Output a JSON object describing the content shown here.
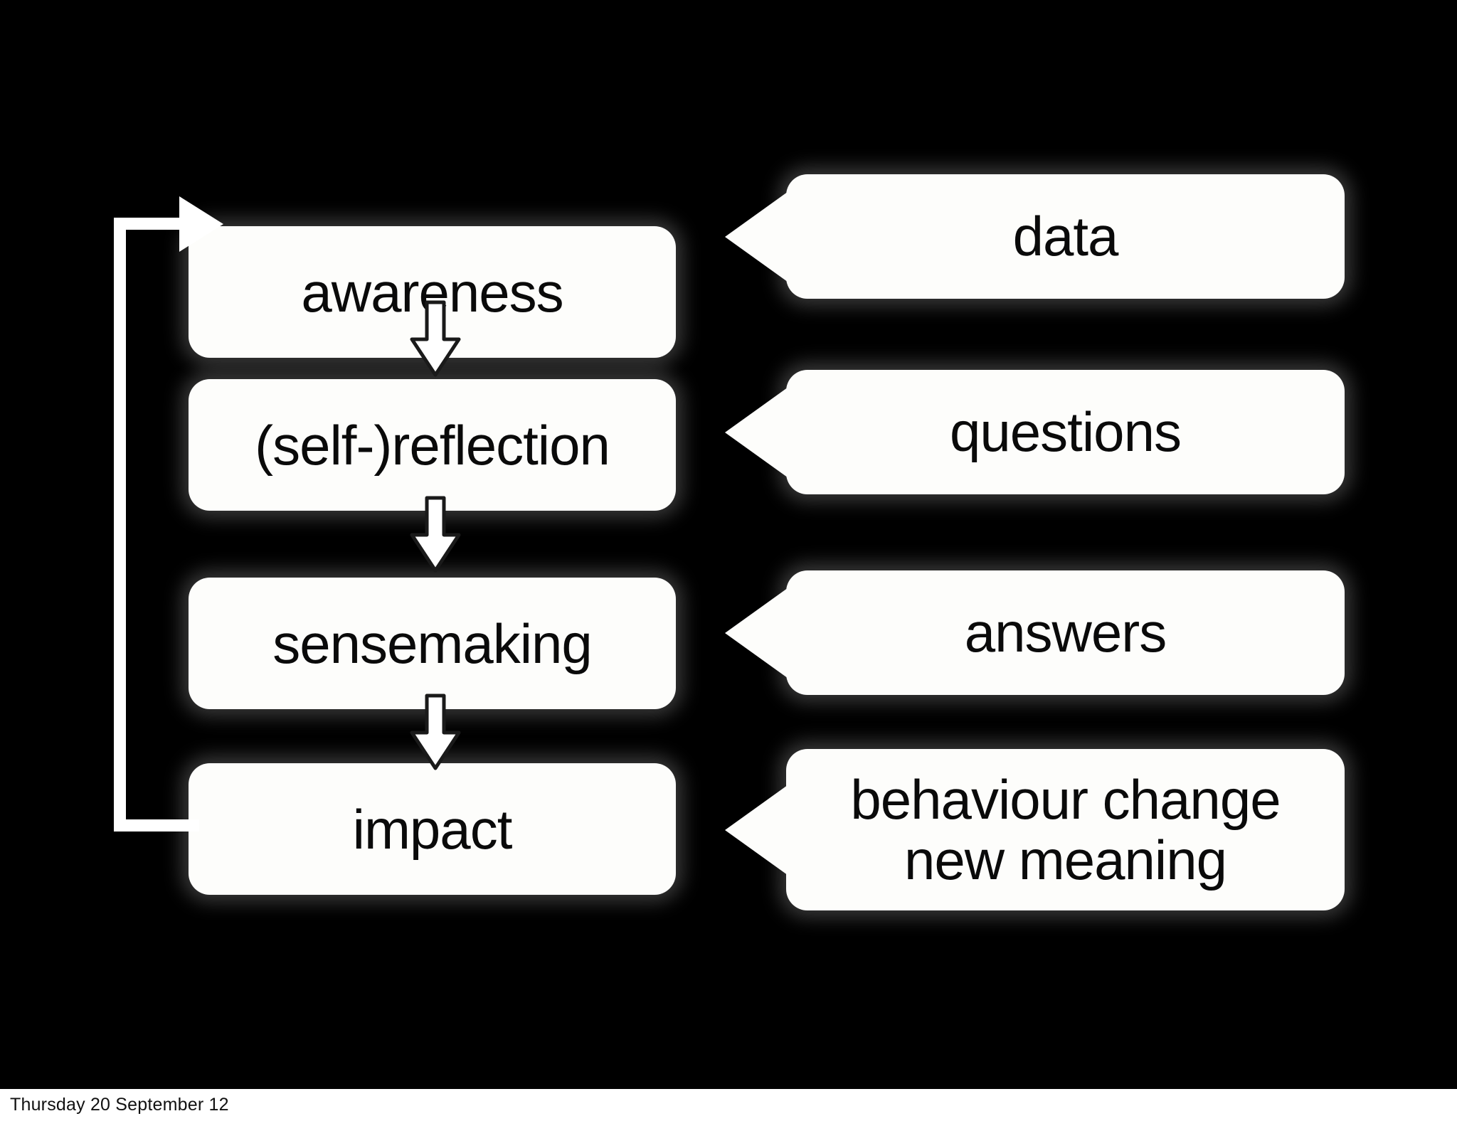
{
  "slide": {
    "background_color": "#000000",
    "shape_fill_color": "#fdfdfb",
    "text_color": "#0a0a0a",
    "arrow_color": "#ffffff"
  },
  "process_steps": [
    {
      "label": "awareness"
    },
    {
      "label": "(self-)reflection"
    },
    {
      "label": "sensemaking"
    },
    {
      "label": "impact"
    }
  ],
  "callouts": [
    {
      "label": "data"
    },
    {
      "label": "questions"
    },
    {
      "label": "answers"
    },
    {
      "label": "behaviour change\nnew meaning"
    }
  ],
  "flow_arrows": [
    {
      "from": "awareness",
      "to": "(self-)reflection",
      "direction": "down"
    },
    {
      "from": "(self-)reflection",
      "to": "sensemaking",
      "direction": "down"
    },
    {
      "from": "sensemaking",
      "to": "impact",
      "direction": "down"
    }
  ],
  "feedback_loop": {
    "from": "impact",
    "to": "awareness",
    "direction": "up-left-then-right"
  },
  "footer": {
    "date": "Thursday 20 September 12"
  }
}
